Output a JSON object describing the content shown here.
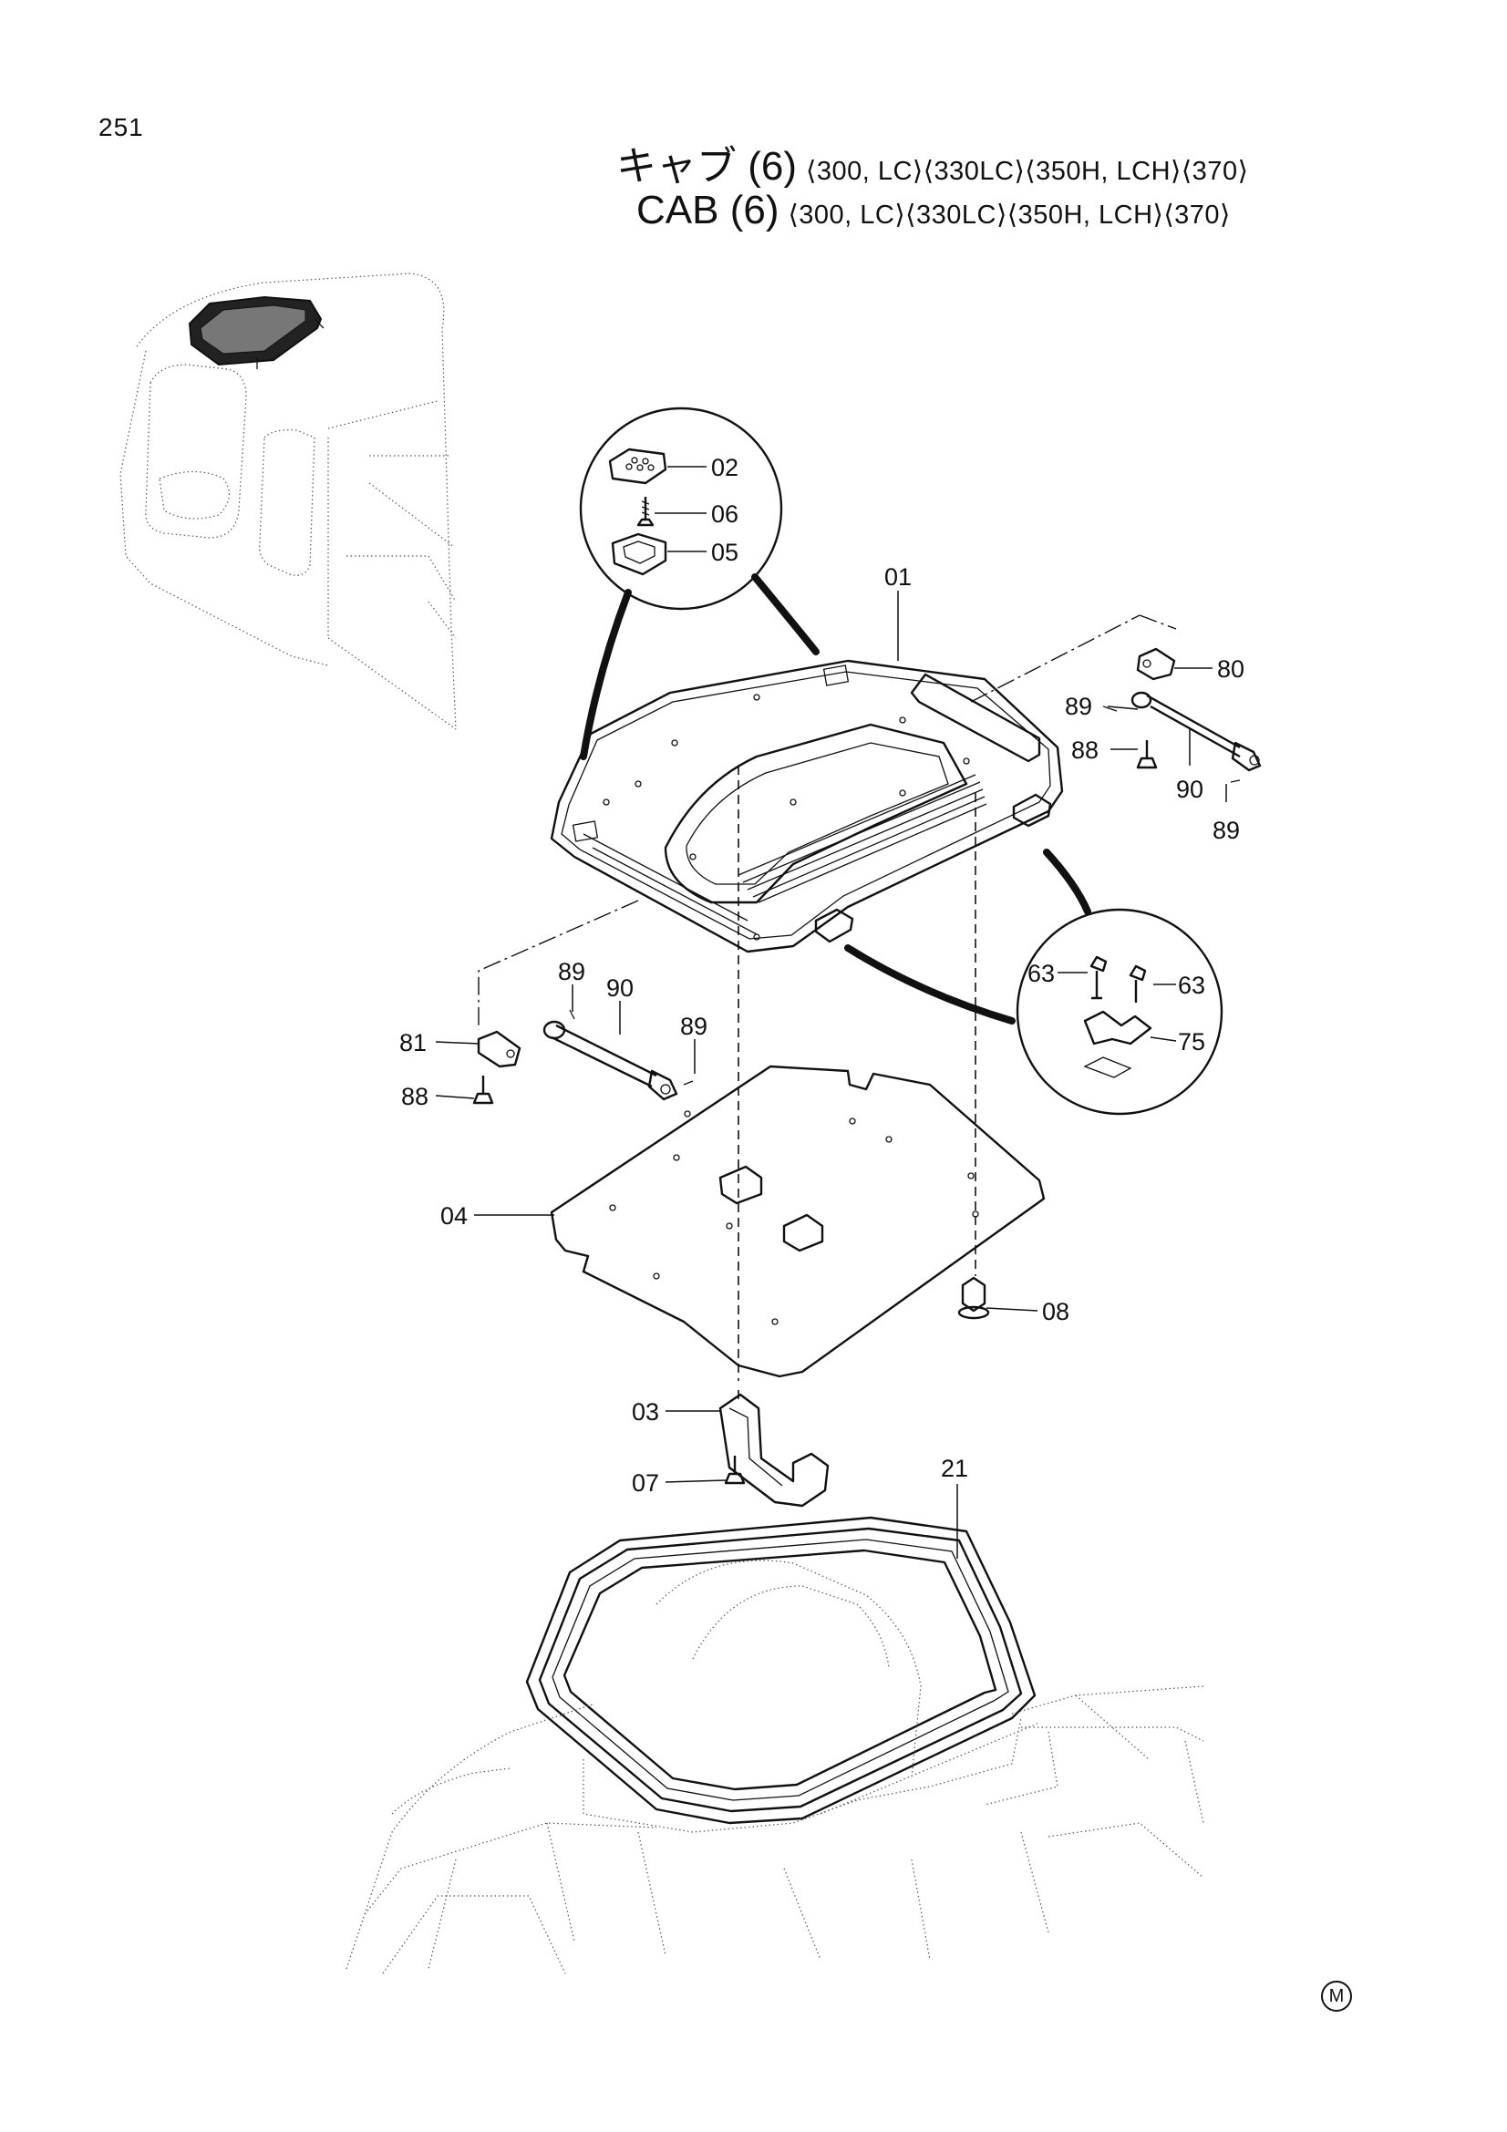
{
  "page_number": "251",
  "title_jp": "キャブ (6)",
  "title_en": "CAB (6)",
  "variants": "⟨300, LC⟩⟨330LC⟩⟨350H, LCH⟩⟨370⟩",
  "corner_mark": "M",
  "callouts": {
    "c02": "02",
    "c06": "06",
    "c05": "05",
    "c01": "01",
    "c80": "80",
    "c89a": "89",
    "c88a": "88",
    "c90a": "90",
    "c89b": "89",
    "c63a": "63",
    "c63b": "63",
    "c75": "75",
    "c89c": "89",
    "c90b": "90",
    "c89d": "89",
    "c81": "81",
    "c88b": "88",
    "c04": "04",
    "c08": "08",
    "c03": "03",
    "c07": "07",
    "c21": "21"
  }
}
